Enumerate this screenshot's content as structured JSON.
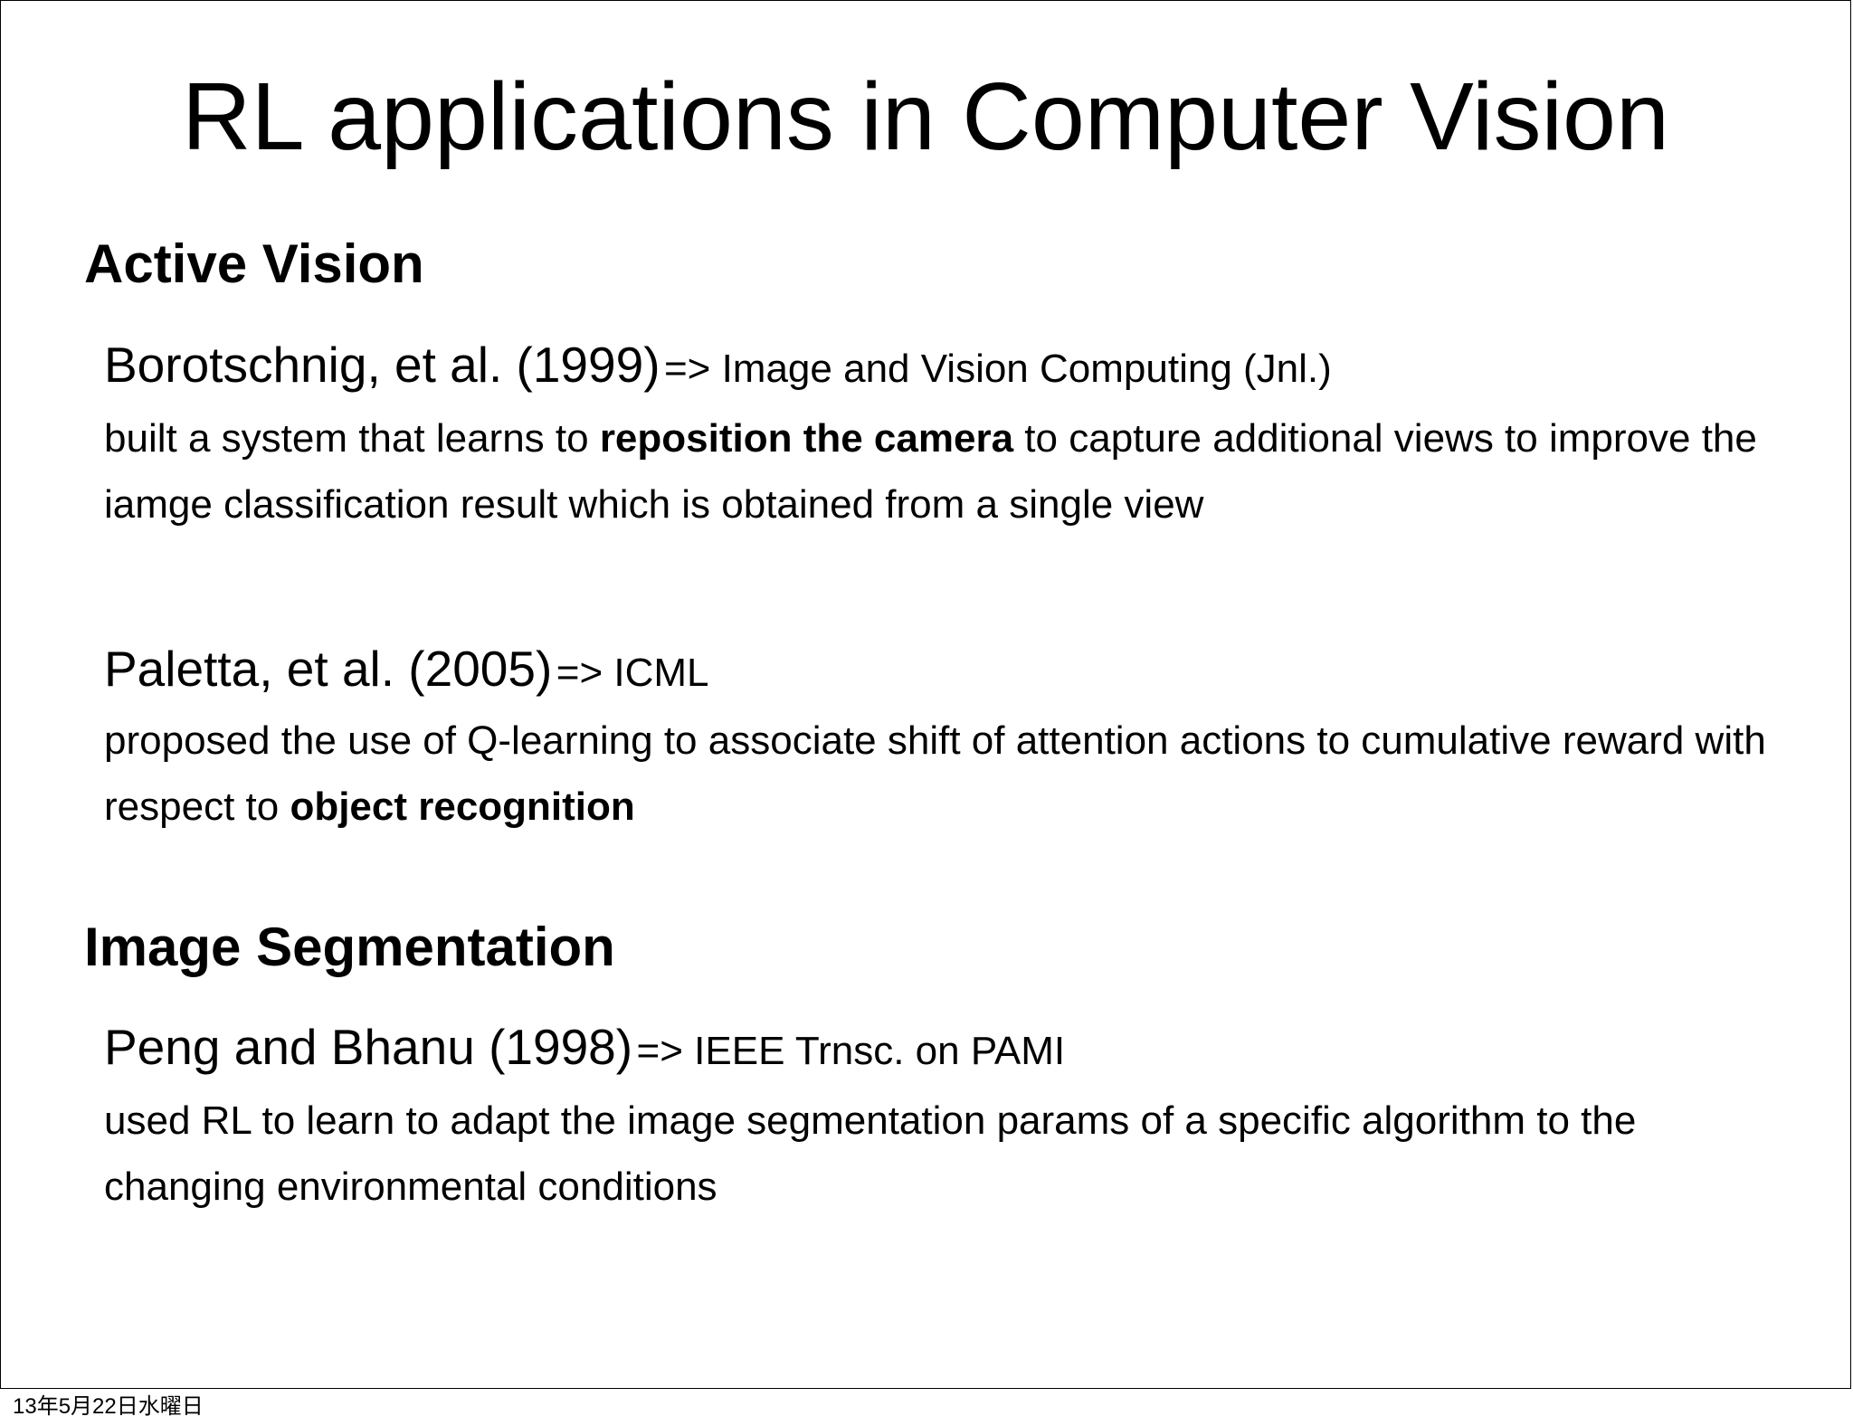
{
  "slide": {
    "title": "RL applications in Computer Vision",
    "footer_date": "13年5月22日水曜日",
    "sections": [
      {
        "heading": "Active Vision",
        "entries": [
          {
            "author": "Borotschnig, et al. (1999)",
            "venue": "=> Image and Vision Computing (Jnl.)",
            "desc_pre": "built a system that learns to ",
            "desc_bold": "reposition the camera",
            "desc_post": " to capture additional views to improve the iamge classification result which is obtained from a single view"
          },
          {
            "author": "Paletta, et al. (2005)",
            "venue": "=> ICML",
            "desc_pre": "proposed the use of Q-learning to associate shift of attention actions to cumulative reward with respect to ",
            "desc_bold": "object recognition",
            "desc_post": ""
          }
        ]
      },
      {
        "heading": "Image Segmentation",
        "entries": [
          {
            "author": "Peng and Bhanu (1998)",
            "venue": "=> IEEE Trnsc. on PAMI",
            "desc_pre": "used RL to learn to adapt the image segmentation params of a specific algorithm to the changing environmental conditions",
            "desc_bold": "",
            "desc_post": ""
          }
        ]
      }
    ]
  }
}
